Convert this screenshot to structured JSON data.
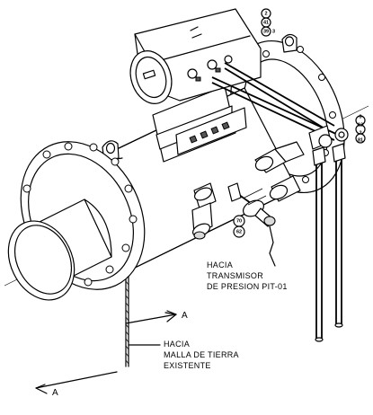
{
  "labels": {
    "transmitter_note": [
      "HACIA",
      "TRANSMISOR",
      "DE PRESION PIT-01"
    ],
    "ground_note": [
      "HACIA",
      "MALLA DE TIERRA",
      "EXISTENTE"
    ],
    "section_mark_upper": "A",
    "section_mark_lower": "A"
  },
  "balloons": {
    "top_stack": [
      "2",
      "41",
      "3",
      "39"
    ],
    "right_stack": [
      "3",
      "12",
      "2",
      "81"
    ],
    "middle_stack": [
      "70",
      "62"
    ]
  }
}
